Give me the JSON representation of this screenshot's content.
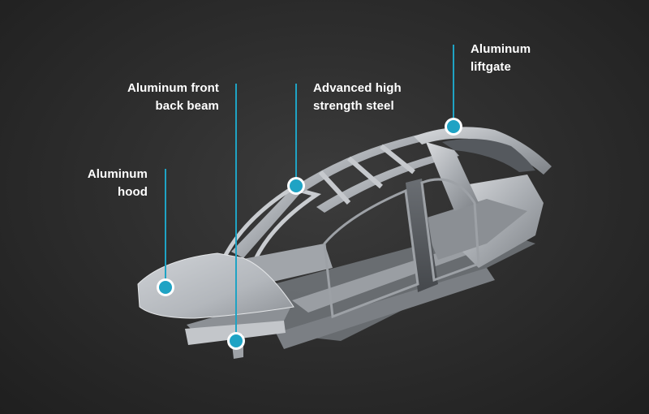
{
  "callouts": {
    "hood": {
      "line1": "Aluminum",
      "line2": "hood"
    },
    "front_beam": {
      "line1": "Aluminum front",
      "line2": "back beam"
    },
    "steel": {
      "line1": "Advanced high",
      "line2": "strength steel"
    },
    "liftgate": {
      "line1": "Aluminum",
      "line2": "liftgate"
    }
  },
  "colors": {
    "background": "#2e2e2e",
    "accent": "#1fa3c4",
    "label_text": "#ffffff"
  }
}
